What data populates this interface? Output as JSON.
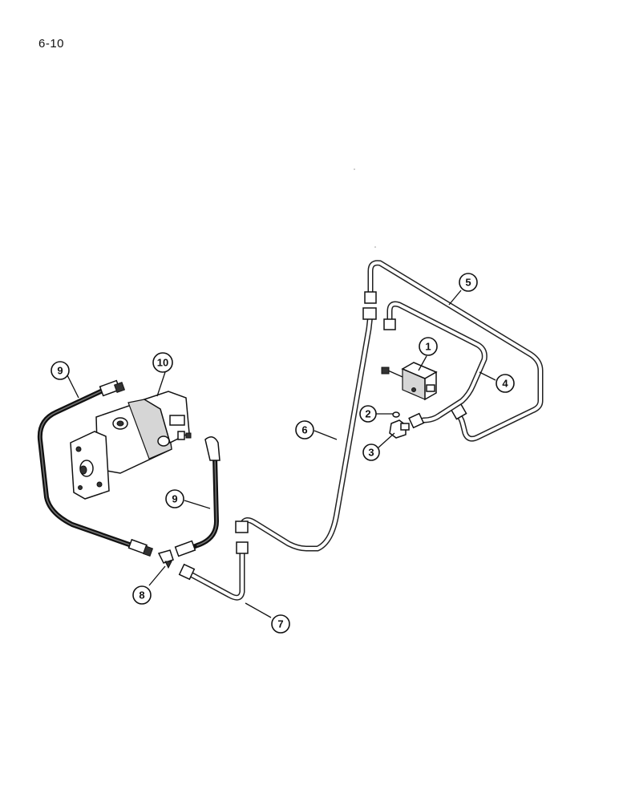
{
  "page_number": "6-10",
  "callouts": [
    {
      "id": "c1",
      "label": "1"
    },
    {
      "id": "c2",
      "label": "2"
    },
    {
      "id": "c3",
      "label": "3"
    },
    {
      "id": "c4",
      "label": "4"
    },
    {
      "id": "c5",
      "label": "5"
    },
    {
      "id": "c6",
      "label": "6"
    },
    {
      "id": "c7",
      "label": "7"
    },
    {
      "id": "c8",
      "label": "8"
    },
    {
      "id": "c9a",
      "label": "9"
    },
    {
      "id": "c9b",
      "label": "9"
    },
    {
      "id": "c10",
      "label": "10"
    }
  ]
}
